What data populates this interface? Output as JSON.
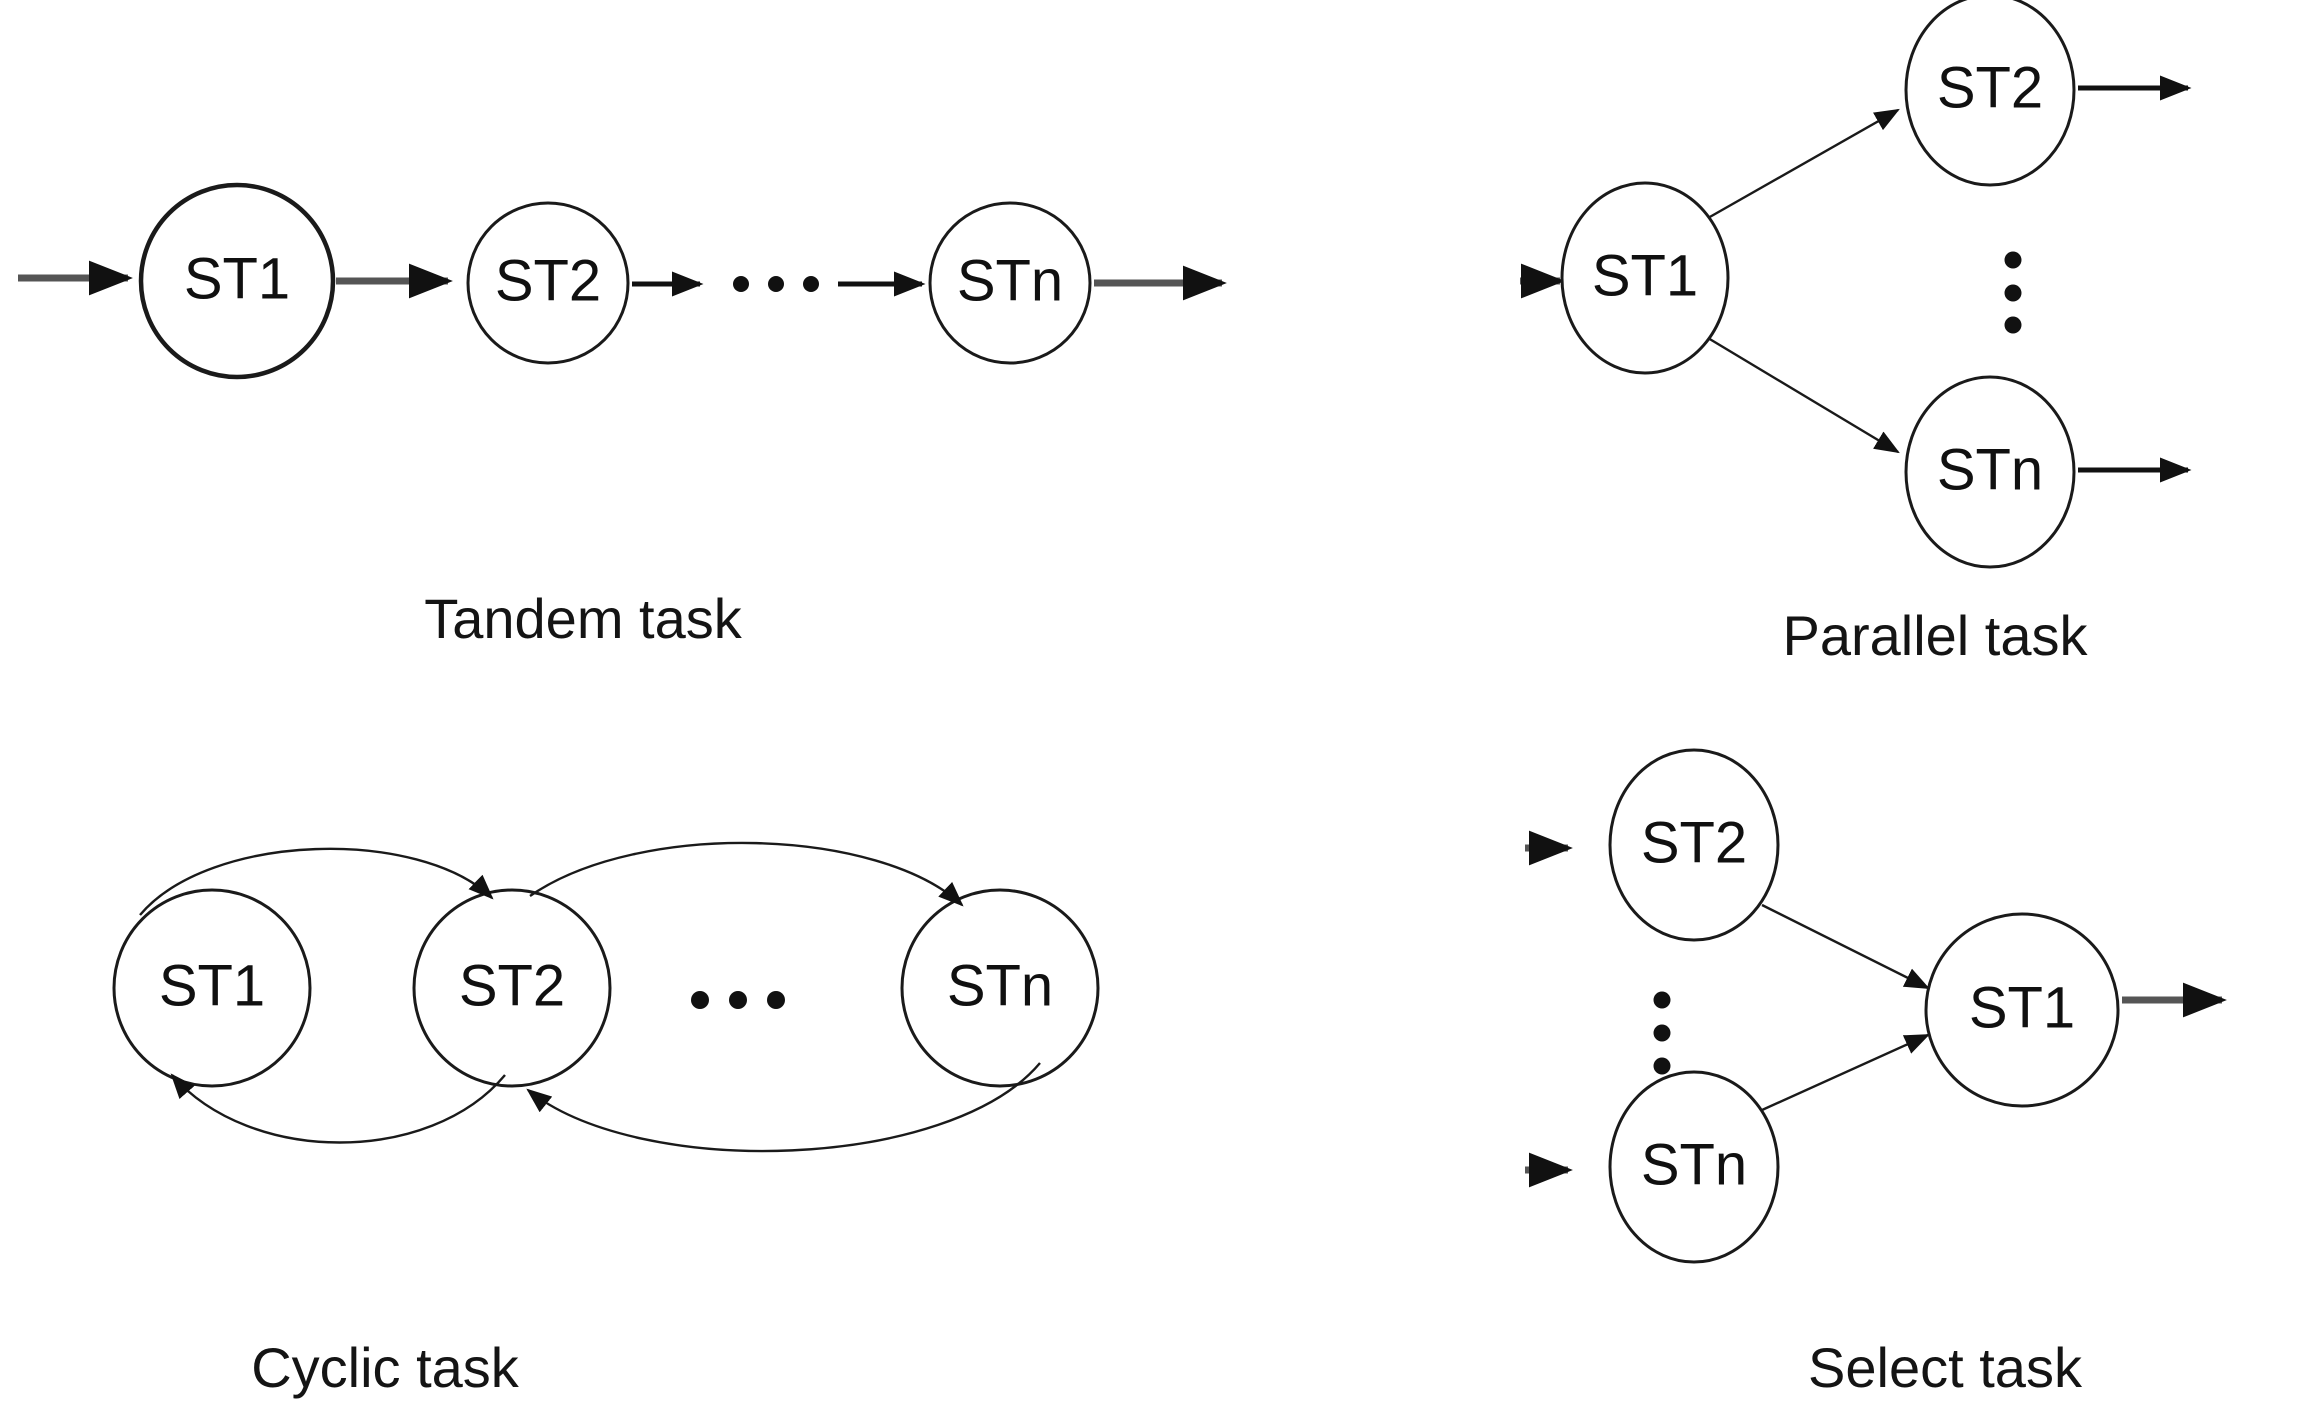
{
  "figure": {
    "background": "#ffffff",
    "stroke_color": "#1a1a1a",
    "arrow_gray": "#555555",
    "text_color": "#101010"
  },
  "panels": [
    {
      "id": "tandem",
      "caption": "Tandem task",
      "nodes": [
        {
          "id": "t1",
          "label": "ST1"
        },
        {
          "id": "t2",
          "label": "ST2"
        },
        {
          "id": "tn",
          "label": "STn"
        }
      ],
      "ellipsis": "horizontal-dots",
      "flow": "ST1 -> ST2 -> ... -> STn -> out"
    },
    {
      "id": "parallel",
      "caption": "Parallel task",
      "nodes": [
        {
          "id": "p1",
          "label": "ST1"
        },
        {
          "id": "p2",
          "label": "ST2"
        },
        {
          "id": "pn",
          "label": "STn"
        }
      ],
      "ellipsis": "vertical-dots",
      "flow": "in -> ST1 -> {ST2, STn} -> out"
    },
    {
      "id": "cyclic",
      "caption": "Cyclic task",
      "nodes": [
        {
          "id": "c1",
          "label": "ST1"
        },
        {
          "id": "c2",
          "label": "ST2"
        },
        {
          "id": "cn",
          "label": "STn"
        }
      ],
      "ellipsis": "horizontal-dots",
      "flow": "ST1 <-> ST2 <-> ... <-> STn"
    },
    {
      "id": "select",
      "caption": "Select task",
      "nodes": [
        {
          "id": "s2",
          "label": "ST2"
        },
        {
          "id": "sn",
          "label": "STn"
        },
        {
          "id": "s1",
          "label": "ST1"
        }
      ],
      "ellipsis": "vertical-dots",
      "flow": "in -> {ST2, STn} -> ST1 -> out"
    }
  ]
}
